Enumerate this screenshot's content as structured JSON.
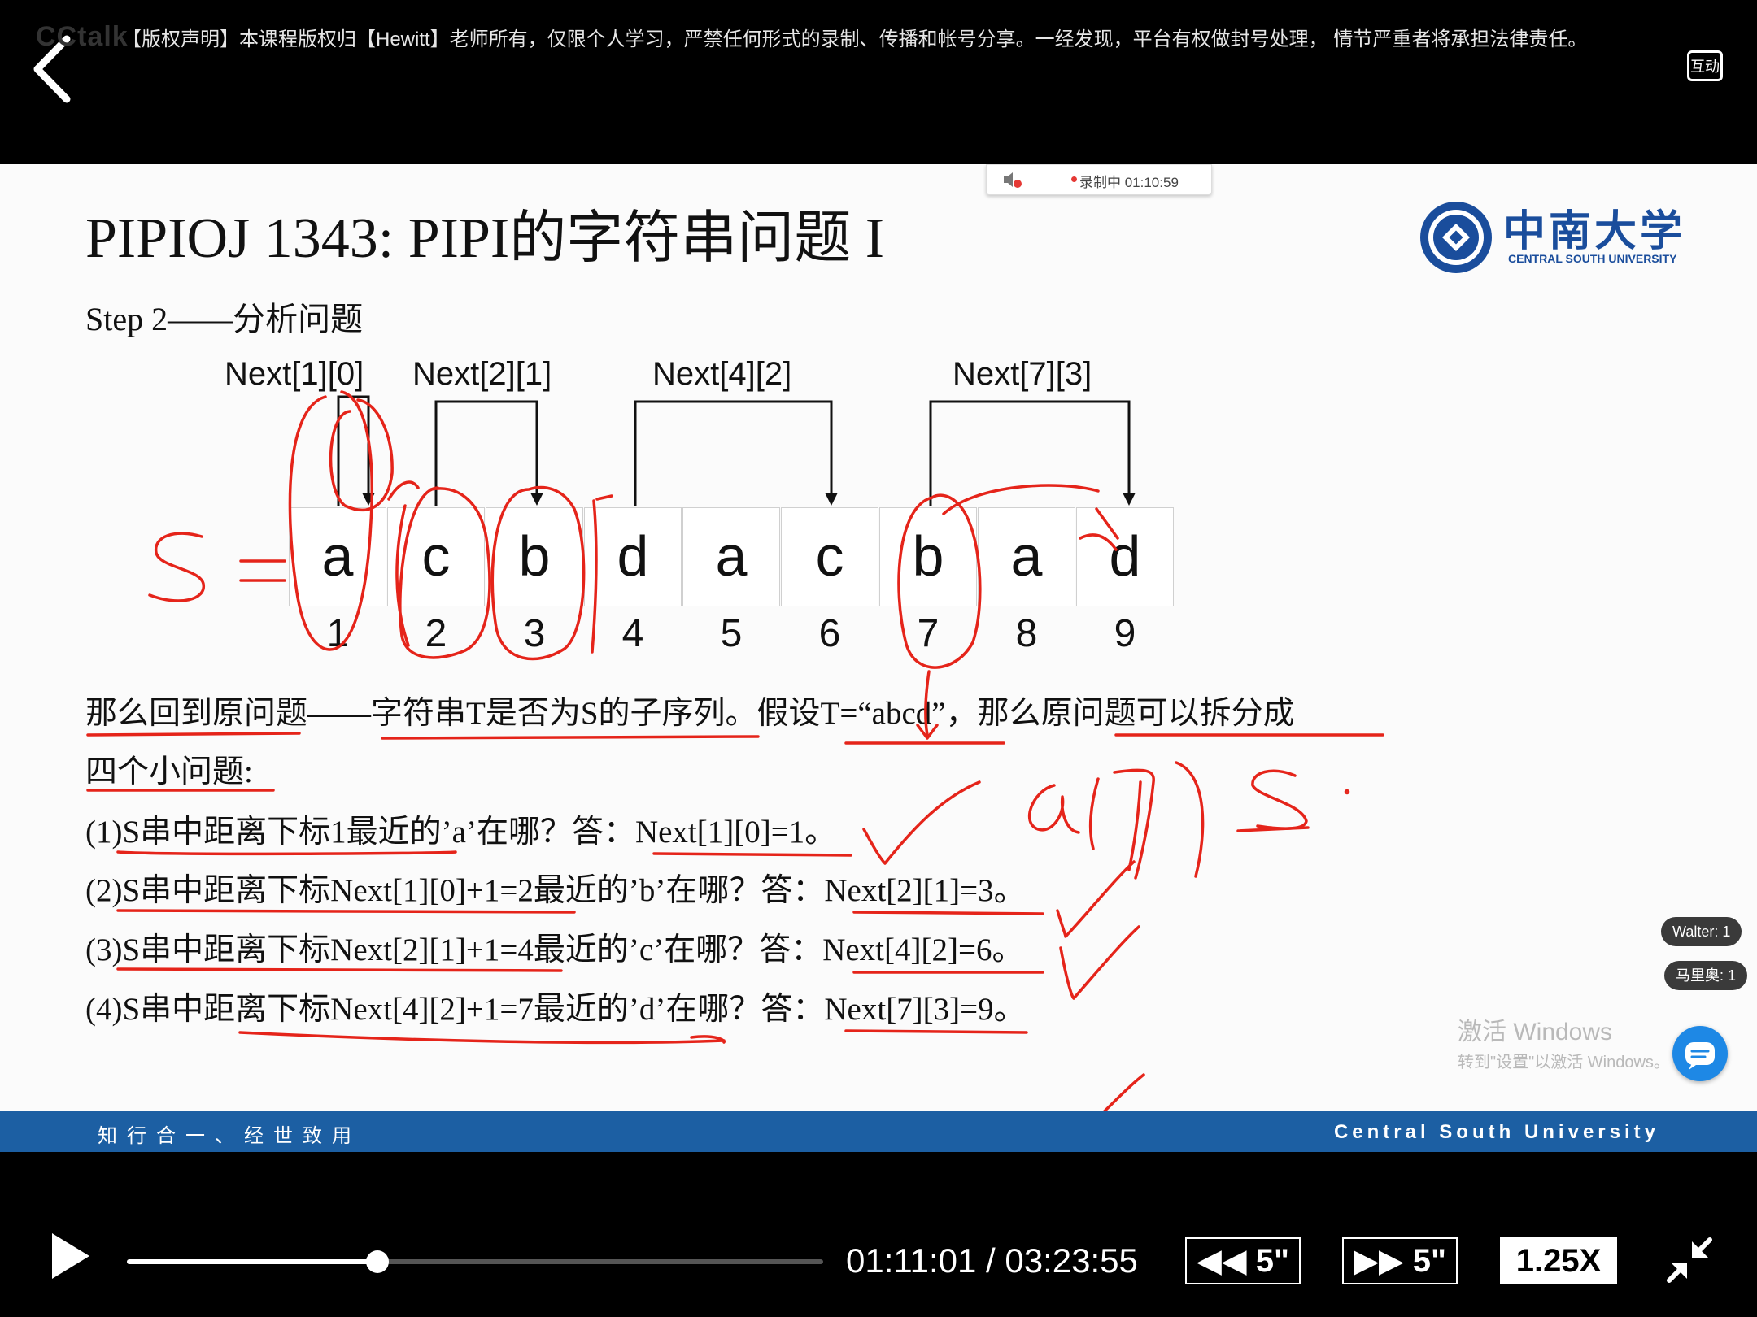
{
  "topbar": {
    "brand": "CCtalk",
    "copyright": "【版权声明】本课程版权归【Hewitt】老师所有，仅限个人学习，严禁任何形式的录制、传播和帐号分享。一经发现，平台有权做封号处理， 情节严重者将承担法律责任。",
    "interact_label": "互动"
  },
  "slide": {
    "title": "PIPIOJ 1343: PIPI的字符串问题 I",
    "recording": "录制中 01:10:59",
    "logo_cn": "中南大学",
    "logo_en": "CENTRAL SOUTH UNIVERSITY",
    "step": "Step 2——分析问题",
    "next_labels": [
      "Next[1][0]",
      "Next[2][1]",
      "Next[4][2]",
      "Next[7][3]"
    ],
    "chars": [
      "a",
      "c",
      "b",
      "d",
      "a",
      "c",
      "b",
      "a",
      "d"
    ],
    "indices": [
      "1",
      "2",
      "3",
      "4",
      "5",
      "6",
      "7",
      "8",
      "9"
    ],
    "lines": [
      "那么回到原问题——字符串T是否为S的子序列。假设T=“abcd”，那么原问题可以拆分成",
      "四个小问题:",
      "(1)S串中距离下标1最近的’a’在哪？答：Next[1][0]=1。",
      "(2)S串中距离下标Next[1][0]+1=2最近的’b’在哪？答：Next[2][1]=3。",
      "(3)S串中距离下标Next[2][1]+1=4最近的’c’在哪？答：Next[4][2]=6。",
      "(4)S串中距离下标Next[4][2]+1=7最近的’d’在哪？答：Next[7][3]=9。"
    ],
    "windows_watermark": {
      "line1": "激活 Windows",
      "line2": "转到\"设置\"以激活 Windows。"
    },
    "badges": [
      "Walter: 1",
      "马里奥: 1"
    ],
    "footer_left": "知行合一、经世致用",
    "footer_right": "Central South University"
  },
  "player": {
    "progress": 0.36,
    "current_time": "01:11:01",
    "separator": " / ",
    "total_time": "03:23:55",
    "rewind_label": "◀◀ 5\"",
    "forward_label": "▶▶ 5\"",
    "speed_label": "1.25X"
  },
  "icons": {
    "back": "chevron-left-icon",
    "interact": "interact-icon",
    "play": "play-icon",
    "fullscreen": "exit-fullscreen-icon",
    "chat": "chat-bubble-icon",
    "mic": "mic-muted-icon"
  },
  "colors": {
    "annotation": "#e5241a",
    "accent": "#1c5fa3",
    "logo": "#1a4d9c"
  }
}
